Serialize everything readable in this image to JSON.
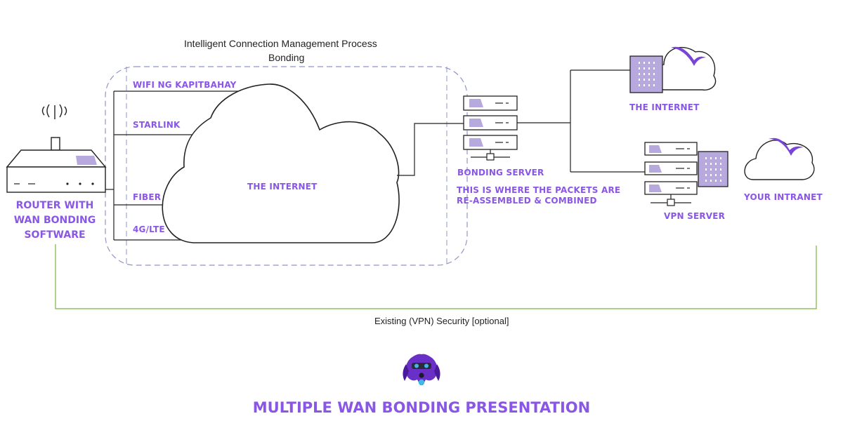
{
  "process": {
    "title": "Intelligent Connection Management Process",
    "subtitle": "Bonding"
  },
  "router": {
    "label_lines": [
      "ROUTER WITH",
      "WAN BONDING",
      "SOFTWARE"
    ]
  },
  "links": [
    "WIFI NG KAPITBAHAY",
    "STARLINK",
    "FIBER",
    "4G/LTE"
  ],
  "internet_cloud": {
    "label": "THE INTERNET"
  },
  "bonding_server": {
    "label": "BONDING SERVER",
    "note_lines": [
      "THIS IS WHERE THE PACKETS ARE",
      "RE-ASSEMBLED & COMBINED"
    ]
  },
  "internet_dest": {
    "label": "THE INTERNET"
  },
  "vpn_server": {
    "label": "VPN SERVER"
  },
  "intranet": {
    "label": "YOUR INTRANET"
  },
  "security": {
    "label": "Existing (VPN) Security [optional]"
  },
  "footer": {
    "title": "MULTIPLE WAN BONDING PRESENTATION"
  },
  "colors": {
    "accent": "#8a56e6",
    "panel": "#b7a8dd",
    "security_line": "#7cb342",
    "dash": "#8f95c8"
  }
}
